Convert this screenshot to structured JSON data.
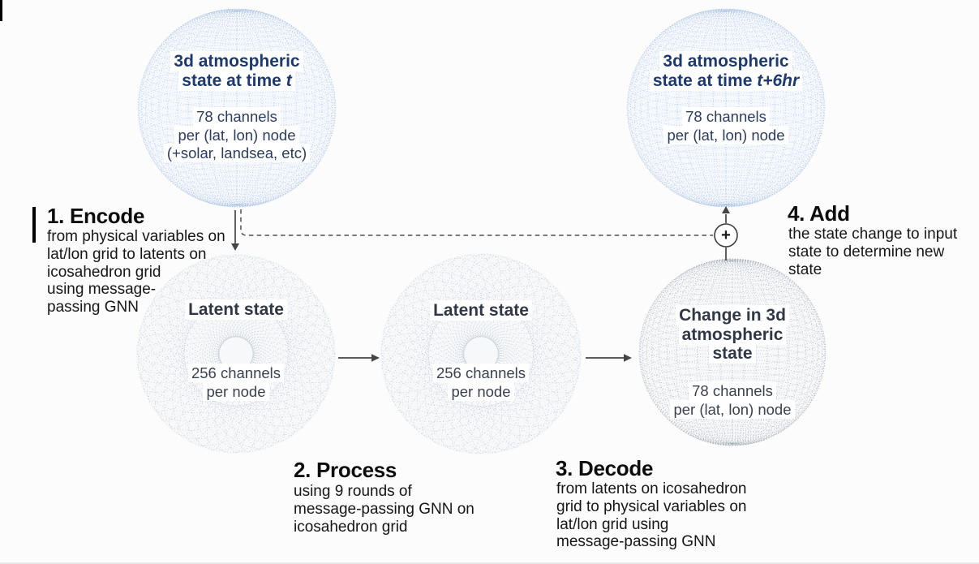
{
  "diagram_title": "GNN weather model rollout diagram",
  "colors": {
    "background": "#fcfcfc",
    "sphere_blue_mesh": "#a4bedf",
    "sphere_blue_fill": "#f5f8fc",
    "latent_mesh": "#94a3b8",
    "latent_fill": "#f7f8fa",
    "delta_mesh": "#a3aab5",
    "delta_fill": "#f7f8f9",
    "title_navy": "#1e3a6d",
    "title_slate": "#313845",
    "arrow_gray": "#454545",
    "step_text": "#161616"
  },
  "spheres": {
    "input": {
      "title": "3d atmospheric\nstate at time ",
      "title_em": "t",
      "sub": "78 channels\nper (lat, lon) node\n(+solar, landsea, etc)"
    },
    "output": {
      "title": "3d atmospheric\nstate at time ",
      "title_em": "t+6hr",
      "sub": "78 channels\nper (lat, lon) node"
    },
    "latent1": {
      "title": "Latent state",
      "sub": "256 channels\nper node"
    },
    "latent2": {
      "title": "Latent state",
      "sub": "256 channels\nper node"
    },
    "delta": {
      "title": "Change in 3d\natmospheric\nstate",
      "sub": "78 channels\nper (lat, lon) node"
    }
  },
  "steps": {
    "encode": {
      "heading": "1. Encode",
      "body": "from physical variables on\nlat/lon grid to latents on\nicosahedron grid\nusing message-\npassing GNN"
    },
    "process": {
      "heading": "2. Process",
      "body": "using 9 rounds of\nmessage-passing GNN on\nicosahedron grid"
    },
    "decode": {
      "heading": "3. Decode",
      "body": "from latents on icosahedron\ngrid to physical variables on\nlat/lon grid using\nmessage-passing GNN"
    },
    "add": {
      "heading": "4. Add",
      "body": "the state change to input\nstate to determine new state"
    }
  },
  "operators": {
    "plus": "+"
  }
}
